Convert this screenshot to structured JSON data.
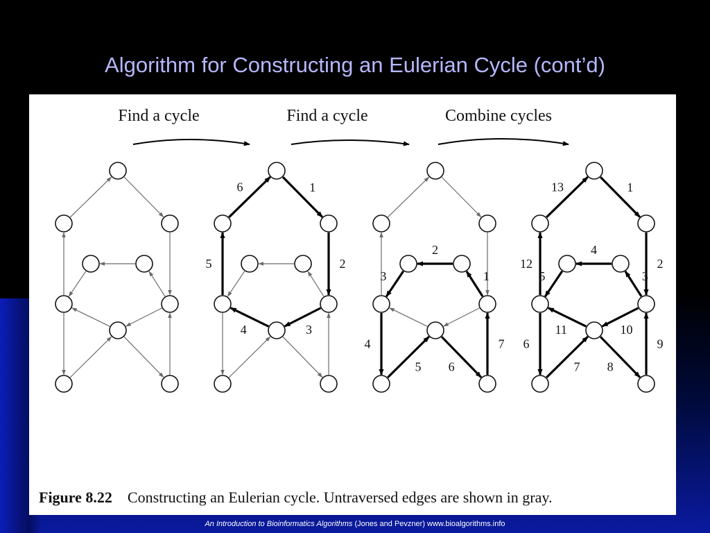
{
  "slide": {
    "title": "Algorithm for Constructing an Eulerian Cycle  (cont’d)"
  },
  "figure": {
    "step_labels": [
      "Find a cycle",
      "Find a cycle",
      "Combine cycles"
    ],
    "caption_label": "Figure 8.22",
    "caption_text": "Constructing an Eulerian cycle. Untraversed edges are shown in gray.",
    "edge_colors": {
      "untraversed": "#6b6b6b",
      "traversed": "#000000"
    },
    "graph": {
      "nodes": [
        "top",
        "upper-left",
        "upper-right",
        "inner-left",
        "inner-right",
        "mid-left",
        "mid-right",
        "center",
        "bottom-left",
        "bottom-right"
      ],
      "edges": [
        [
          "upper-left",
          "top"
        ],
        [
          "top",
          "upper-right"
        ],
        [
          "upper-right",
          "mid-right"
        ],
        [
          "mid-right",
          "center"
        ],
        [
          "center",
          "mid-left"
        ],
        [
          "mid-left",
          "upper-left"
        ],
        [
          "mid-right",
          "inner-right"
        ],
        [
          "inner-right",
          "inner-left"
        ],
        [
          "inner-left",
          "mid-left"
        ],
        [
          "mid-left",
          "bottom-left"
        ],
        [
          "bottom-left",
          "center"
        ],
        [
          "center",
          "bottom-right"
        ],
        [
          "bottom-right",
          "mid-right"
        ]
      ]
    },
    "panels": [
      {
        "traversed": [],
        "labels": []
      },
      {
        "traversed": [
          1,
          2,
          3,
          4,
          5,
          0
        ],
        "labels": [
          {
            "edge": 1,
            "text": "1"
          },
          {
            "edge": 2,
            "text": "2"
          },
          {
            "edge": 3,
            "text": "3"
          },
          {
            "edge": 4,
            "text": "4"
          },
          {
            "edge": 5,
            "text": "5"
          },
          {
            "edge": 0,
            "text": "6"
          }
        ]
      },
      {
        "traversed": [
          6,
          7,
          8,
          9,
          10,
          11,
          12
        ],
        "labels": [
          {
            "edge": 6,
            "text": "1"
          },
          {
            "edge": 7,
            "text": "2"
          },
          {
            "edge": 8,
            "text": "3"
          },
          {
            "edge": 9,
            "text": "4"
          },
          {
            "edge": 10,
            "text": "5"
          },
          {
            "edge": 11,
            "text": "6"
          },
          {
            "edge": 12,
            "text": "7"
          }
        ]
      },
      {
        "traversed": [
          0,
          1,
          2,
          3,
          4,
          5,
          6,
          7,
          8,
          9,
          10,
          11,
          12
        ],
        "labels": [
          {
            "edge": 1,
            "text": "1"
          },
          {
            "edge": 2,
            "text": "2"
          },
          {
            "edge": 6,
            "text": "3"
          },
          {
            "edge": 7,
            "text": "4"
          },
          {
            "edge": 8,
            "text": "5"
          },
          {
            "edge": 9,
            "text": "6"
          },
          {
            "edge": 10,
            "text": "7"
          },
          {
            "edge": 11,
            "text": "8"
          },
          {
            "edge": 12,
            "text": "9"
          },
          {
            "edge": 3,
            "text": "10"
          },
          {
            "edge": 4,
            "text": "11"
          },
          {
            "edge": 5,
            "text": "12"
          },
          {
            "edge": 0,
            "text": "13"
          }
        ]
      }
    ]
  },
  "footer": {
    "book_title": "An Introduction to Bioinformatics Algorithms",
    "authors": " (Jones and Pevzner) ",
    "url": "www.bioalgorithms.info"
  }
}
